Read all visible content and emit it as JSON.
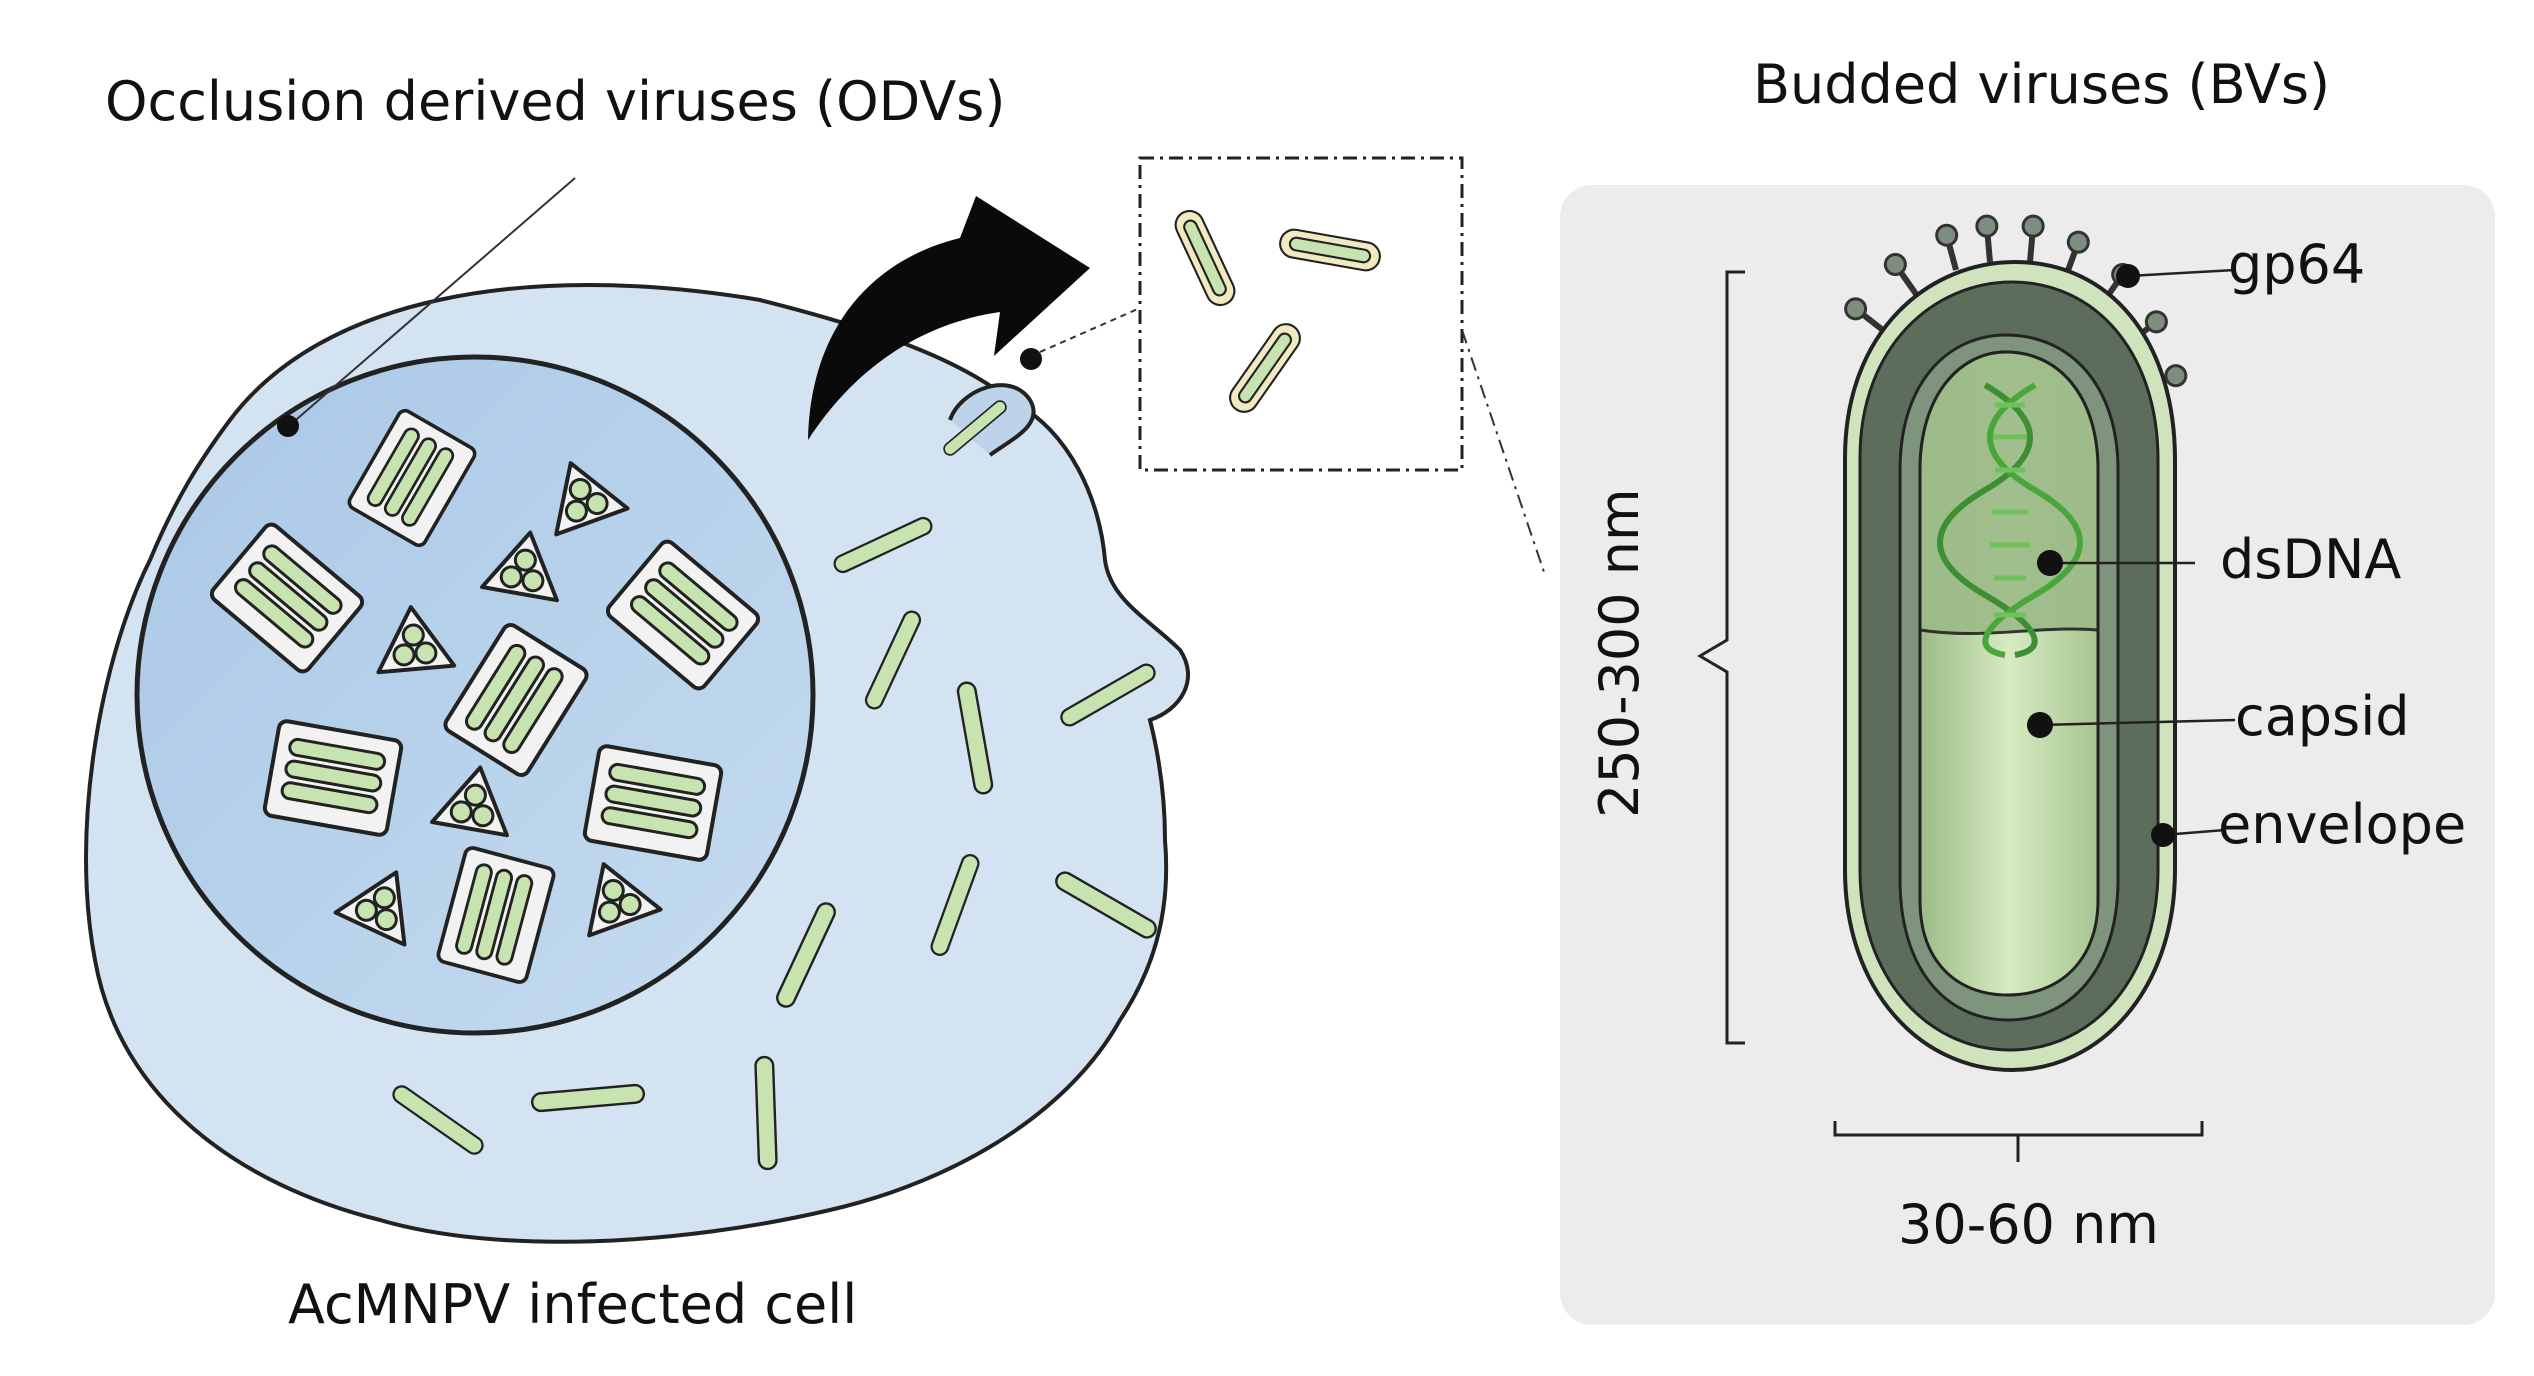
{
  "labels": {
    "odv_title": "Occlusion derived viruses (ODVs)",
    "bv_title": "Budded viruses (BVs)",
    "cell_caption": "AcMNPV infected cell",
    "gp64": "gp64",
    "dsdna": "dsDNA",
    "capsid": "capsid",
    "envelope": "envelope",
    "length": "250-300 nm",
    "width": "30-60 nm"
  },
  "colors": {
    "cell_fill": "#d4e3f1",
    "nucleus_fill": "#b3cfe8",
    "outline": "#222222",
    "rod_fill": "#c6e3b0",
    "envelope_fill": "#f1e9bf",
    "panel_bg": "#ececec",
    "bv_dark": "#5a6b5a",
    "bv_mid": "#8fa58a",
    "bv_light": "#b7d4a0",
    "dna_green": "#4aa63c"
  },
  "icons": [
    "curved-arrow-icon",
    "dna-helix-icon"
  ]
}
